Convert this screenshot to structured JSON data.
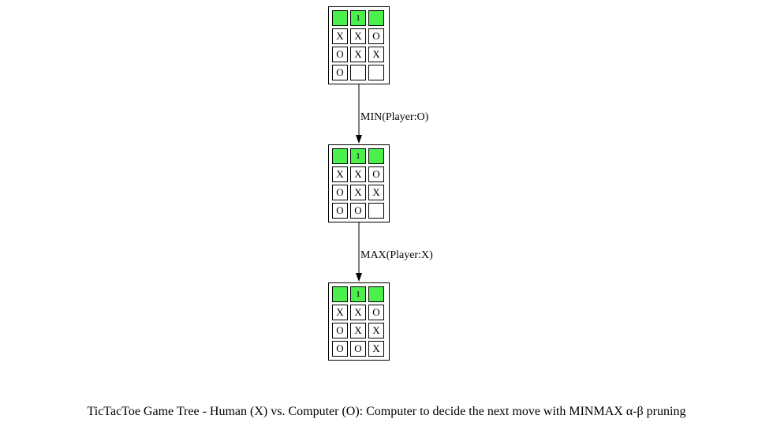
{
  "nodes": [
    {
      "header": [
        "",
        "1",
        ""
      ],
      "board": [
        [
          "X",
          "X",
          "O"
        ],
        [
          "O",
          "X",
          "X"
        ],
        [
          "O",
          "",
          ""
        ]
      ]
    },
    {
      "header": [
        "",
        "1",
        ""
      ],
      "board": [
        [
          "X",
          "X",
          "O"
        ],
        [
          "O",
          "X",
          "X"
        ],
        [
          "O",
          "O",
          ""
        ]
      ]
    },
    {
      "header": [
        "",
        "1",
        ""
      ],
      "board": [
        [
          "X",
          "X",
          "O"
        ],
        [
          "O",
          "X",
          "X"
        ],
        [
          "O",
          "O",
          "X"
        ]
      ]
    }
  ],
  "edges": [
    {
      "from": 0,
      "to": 1,
      "label": "MIN(Player:O)"
    },
    {
      "from": 1,
      "to": 2,
      "label": "MAX(Player:X)"
    }
  ],
  "colors": {
    "header": "#4cf04c",
    "line": "#000000"
  },
  "caption": "TicTacToe Game Tree - Human (X) vs. Computer (O): Computer to decide the next move with MINMAX α-β pruning"
}
